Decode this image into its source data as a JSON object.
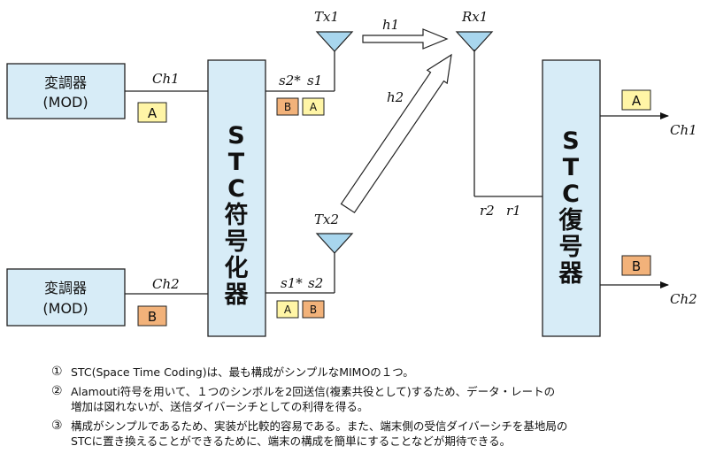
{
  "mod_top": {
    "line1": "変調器",
    "line2": "(MOD)",
    "channel": "Ch1",
    "tag": "A"
  },
  "mod_bottom": {
    "line1": "変調器",
    "line2": "(MOD)",
    "channel": "Ch2",
    "tag": "B"
  },
  "encoder": {
    "title": [
      "S",
      "T",
      "C",
      "符",
      "号",
      "化",
      "器"
    ]
  },
  "decoder": {
    "title": [
      "S",
      "T",
      "C",
      "復",
      "号",
      "器"
    ]
  },
  "tx1": {
    "label": "Tx1",
    "sym_left": "s2*",
    "sym_right": "s1",
    "tag_left": "B",
    "tag_right": "A"
  },
  "tx2": {
    "label": "Tx2",
    "sym_left": "s1*",
    "sym_right": "s2",
    "tag_left": "A",
    "tag_right": "B"
  },
  "rx1": {
    "label": "Rx1",
    "sym_left": "r2",
    "sym_right": "r1"
  },
  "paths": {
    "h1": "h1",
    "h2": "h2"
  },
  "outputs": {
    "top_tag": "A",
    "top_channel": "Ch1",
    "bottom_tag": "B",
    "bottom_channel": "Ch2"
  },
  "notes": [
    {
      "num": "①",
      "text": "STC(Space Time Coding)は、最も構成がシンプルなMIMOの１つ。"
    },
    {
      "num": "②",
      "text": "Alamouti符号を用いて、１つのシンボルを2回送信(複素共役として)するため、データ・レートの\n増加は図れないが、送信ダイバーシチとしての利得を得る。"
    },
    {
      "num": "③",
      "text": "構成がシンプルであるため、実装が比較的容易である。また、端末側の受信ダイバーシチを基地局の\nSTCに置き換えることができるために、端末の構成を簡単にすることなどが期待できる。"
    }
  ]
}
